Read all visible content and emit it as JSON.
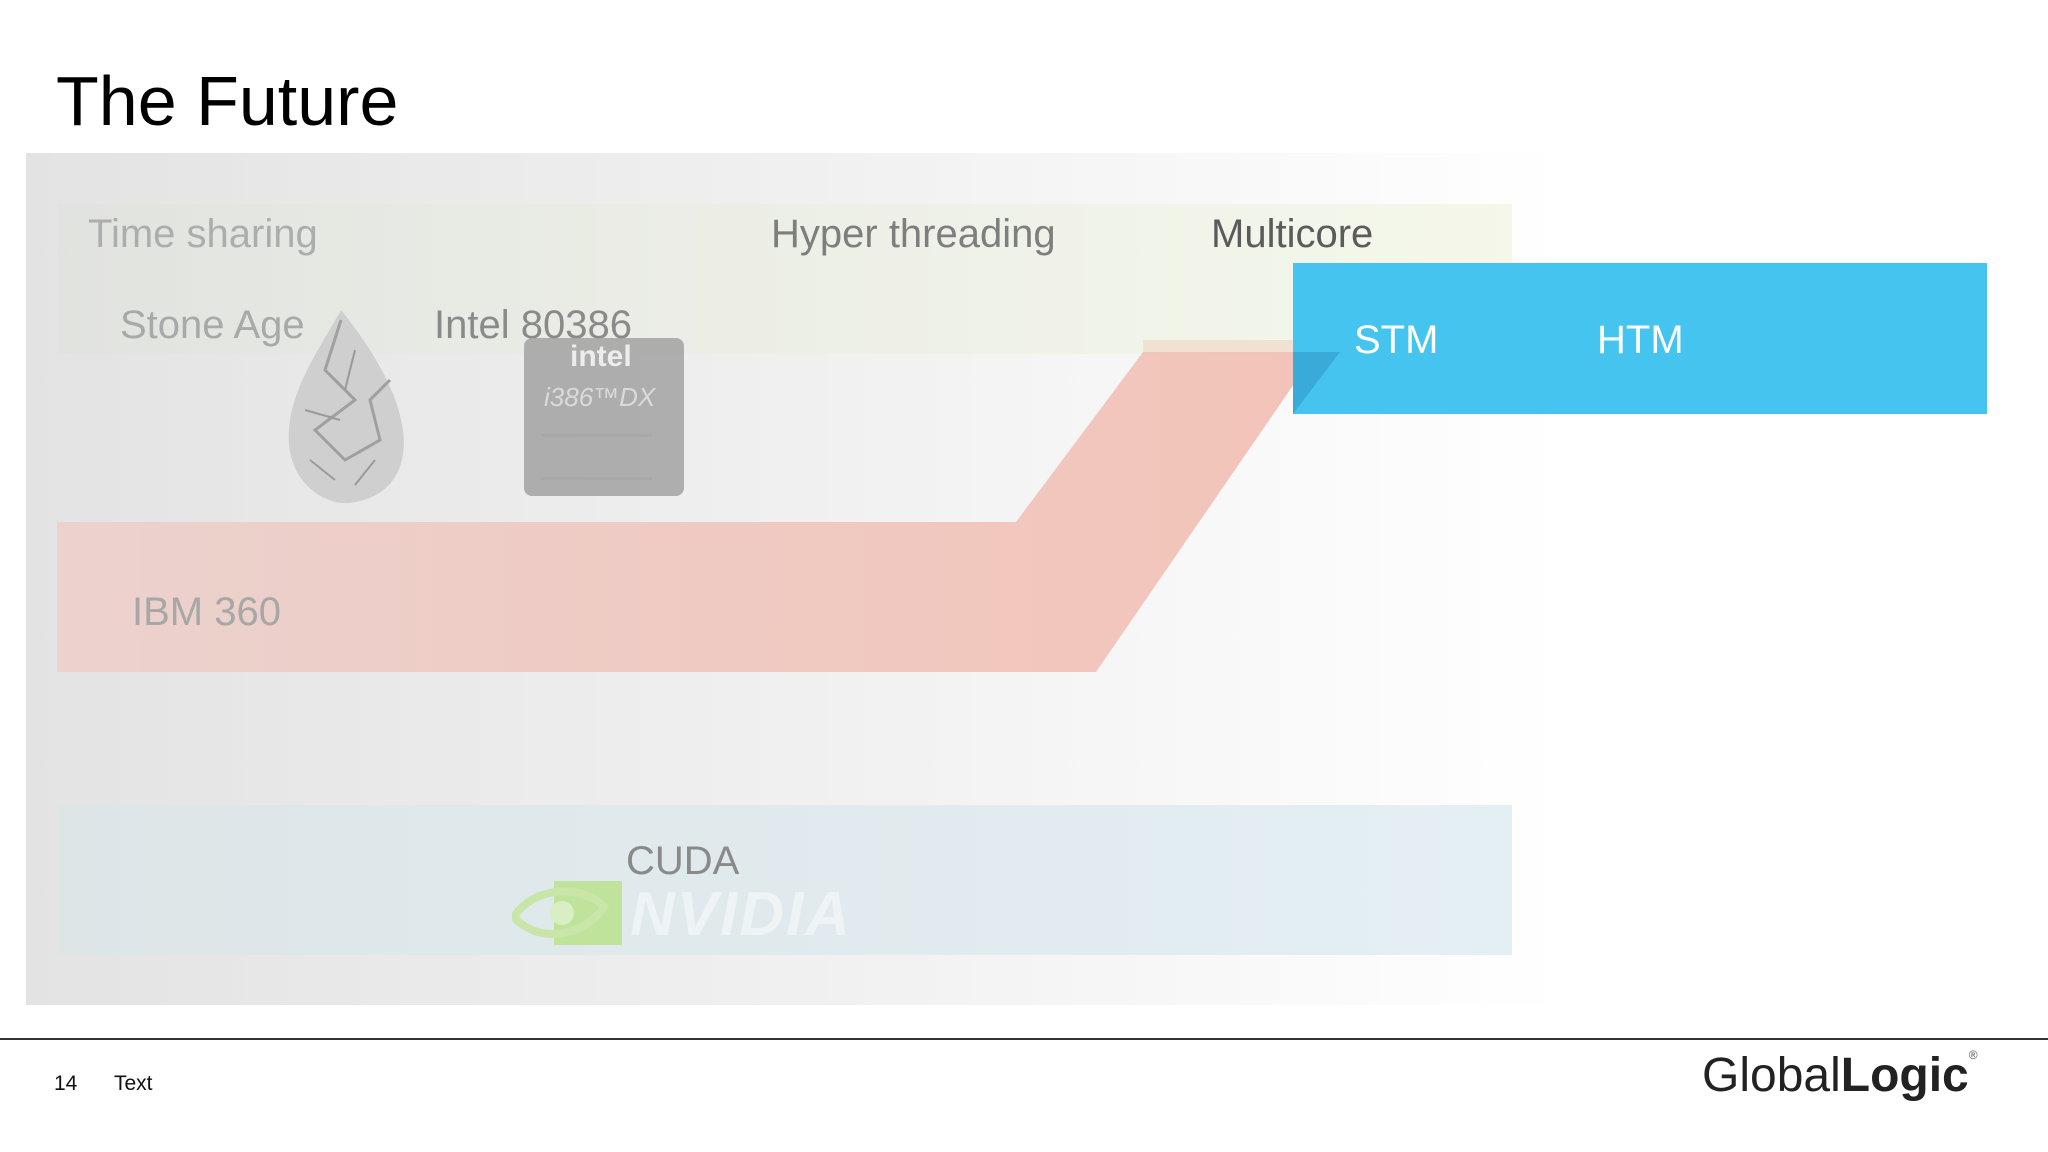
{
  "slide": {
    "title": "The Future"
  },
  "labels": {
    "time_sharing": "Time sharing",
    "hyper_threading": "Hyper threading",
    "multicore": "Multicore",
    "stone_age": "Stone Age",
    "intel_80386": "Intel 80386",
    "ibm_360": "IBM 360",
    "cuda": "CUDA",
    "stm": "STM",
    "htm": "HTM"
  },
  "images": {
    "intel_chip": {
      "brand": "intel",
      "model": "i386™DX"
    },
    "nvidia_logo": {
      "wordmark": "NVIDIA"
    }
  },
  "footer": {
    "page_number": "14",
    "text": "Text"
  },
  "logo": {
    "light": "Global",
    "bold": "Logic",
    "mark": "®"
  },
  "colors": {
    "stm_htm_band": "#44c4ee",
    "ibm_band": "#f2c3b8",
    "cuda_band": "#e3edf1",
    "top_band": "#eef1e2"
  }
}
